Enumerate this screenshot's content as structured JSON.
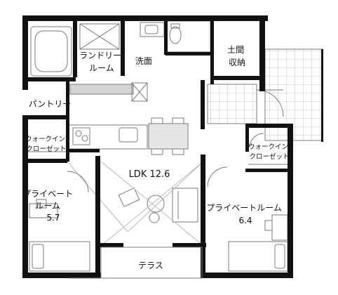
{
  "colors": {
    "wall": "#111111",
    "line": "#7a7a7a",
    "light": "#b8b8b8",
    "fill_gray": "#d4d4d4",
    "background": "#ffffff"
  },
  "rooms": {
    "laundry": [
      "ランドリー",
      "ルーム"
    ],
    "washroom": "洗面",
    "earthen_storage": [
      "土間",
      "収納"
    ],
    "pantry": "パントリー",
    "walk_in_closet_left": [
      "ウォークイン",
      "クローゼット"
    ],
    "walk_in_closet_right": [
      "ウォークイン",
      "クローゼット"
    ],
    "ldk": "LDK 12.6",
    "private_room_left": [
      "プライベート",
      "ルーム",
      "5.7"
    ],
    "private_room_right": [
      "プライベートルーム",
      "6.4"
    ],
    "terrace": "テラス"
  }
}
